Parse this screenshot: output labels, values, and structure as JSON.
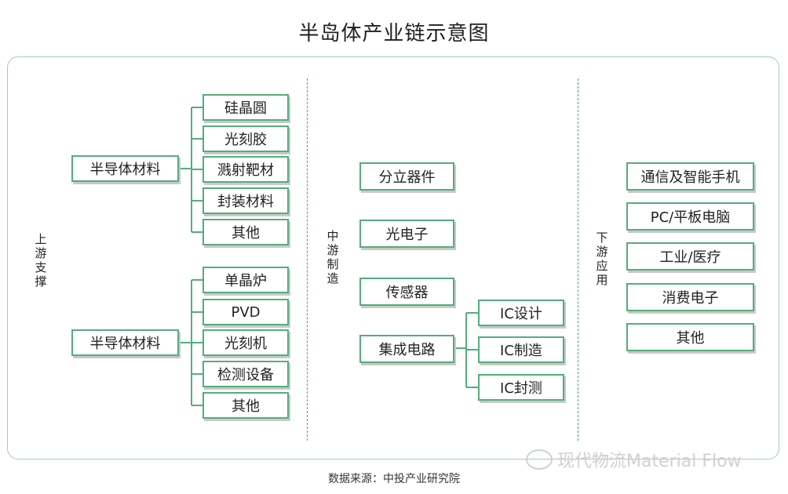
{
  "title": "半岛体产业链示意图",
  "sections": {
    "upstream": "上游支撑",
    "midstream": "中游制造",
    "downstream": "下游应用"
  },
  "upstream": {
    "group1": {
      "label": "半导体材料",
      "children": [
        "硅晶圆",
        "光刻胶",
        "溅射靶材",
        "封装材料",
        "其他"
      ]
    },
    "group2": {
      "label": "半导体材料",
      "children": [
        "单晶炉",
        "PVD",
        "光刻机",
        "检测设备",
        "其他"
      ]
    }
  },
  "midstream": {
    "items": [
      "分立器件",
      "光电子",
      "传感器",
      "集成电路"
    ],
    "ic_children": [
      "IC设计",
      "IC制造",
      "IC封测"
    ]
  },
  "downstream": {
    "items": [
      "通信及智能手机",
      "PC/平板电脑",
      "工业/医疗",
      "消费电子",
      "其他"
    ]
  },
  "source": "数据来源：中投产业研究院",
  "watermark": "现代物流Material Flow",
  "colors": {
    "border": "#54ad7c",
    "frame": "#9ccfae",
    "divider": "#41a66f"
  }
}
